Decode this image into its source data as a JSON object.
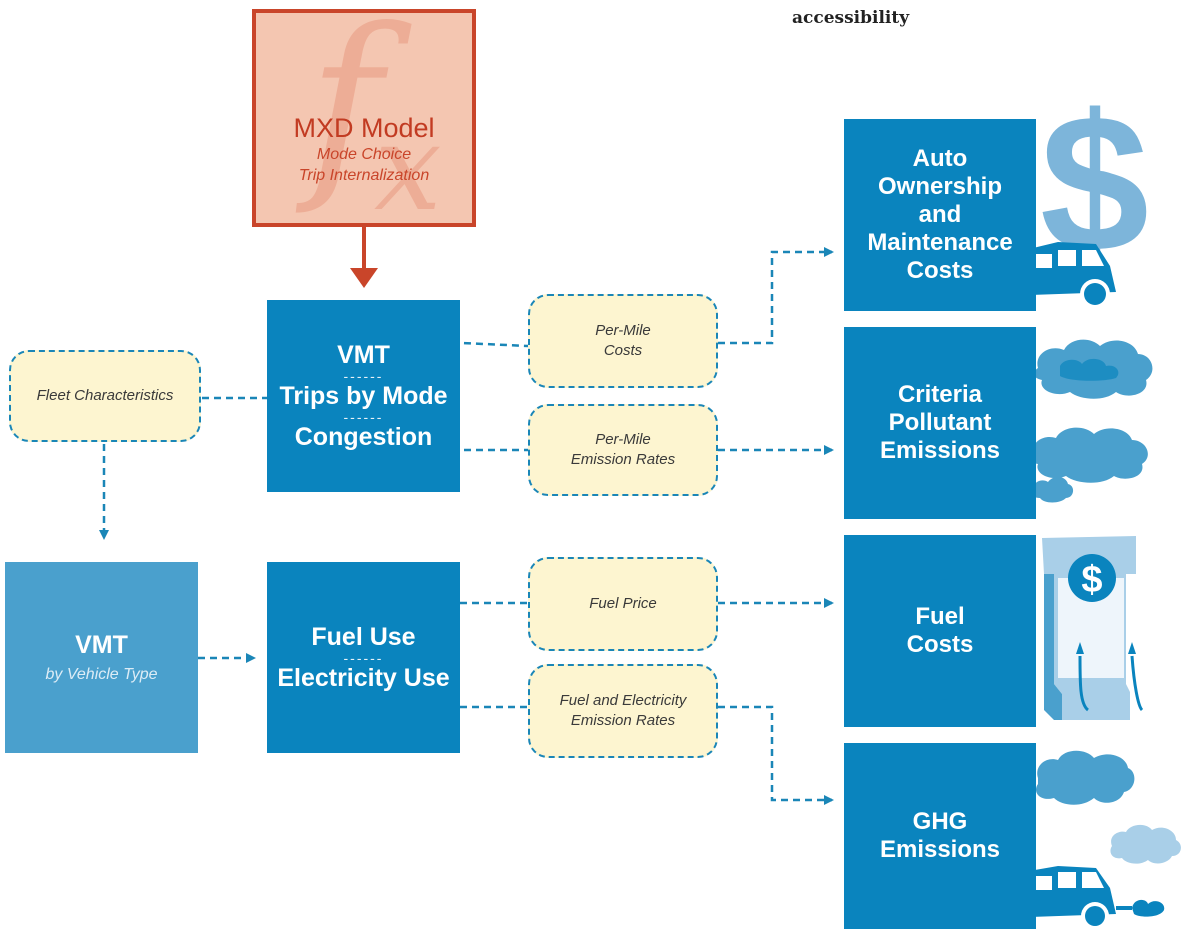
{
  "header_note": "accessibility",
  "mxd_model": {
    "title": "MXD Model",
    "line1": "Mode Choice",
    "line2": "Trip Internalization"
  },
  "fleet": {
    "label": "Fleet Characteristics"
  },
  "vmt_vehicle": {
    "title": "VMT",
    "subtitle": "by Vehicle Type"
  },
  "vmt_box": {
    "line1": "VMT",
    "sep1": "------",
    "line2": "Trips by Mode",
    "sep2": "------",
    "line3": "Congestion"
  },
  "fuel_box": {
    "line1": "Fuel Use",
    "sep": "------",
    "line2": "Electricity Use"
  },
  "factors": {
    "per_mile_costs": {
      "line1": "Per-Mile",
      "line2": "Costs"
    },
    "per_mile_emission": {
      "line1": "Per-Mile",
      "line2": "Emission Rates"
    },
    "fuel_price": {
      "line1": "Fuel Price"
    },
    "fuel_elec_emission": {
      "line1": "Fuel and Electricity",
      "line2": "Emission Rates"
    }
  },
  "outputs": {
    "auto_costs": {
      "line1": "Auto",
      "line2": "Ownership",
      "line3": "and",
      "line4": "Maintenance",
      "line5": "Costs"
    },
    "criteria": {
      "line1": "Criteria",
      "line2": "Pollutant",
      "line3": "Emissions"
    },
    "fuel_costs": {
      "line1": "Fuel",
      "line2": "Costs"
    },
    "ghg": {
      "line1": "GHG",
      "line2": "Emissions"
    }
  },
  "icons": {
    "dollar": "$",
    "pump_dollar": "$",
    "names": [
      "function-fx-icon",
      "dollar-sign-icon",
      "car-icon",
      "cloud-icon",
      "fuel-pump-icon"
    ]
  },
  "colors": {
    "primary_blue": "#0a84be",
    "light_blue": "#4aa0cd",
    "icon_blue": "#5ea8d4",
    "pale_blue": "#a9cfe8",
    "pill_fill": "#fdf5d0",
    "mxd_fill": "#f4c6b1",
    "mxd_border": "#c9452a",
    "arrow_red": "#c9452a"
  }
}
